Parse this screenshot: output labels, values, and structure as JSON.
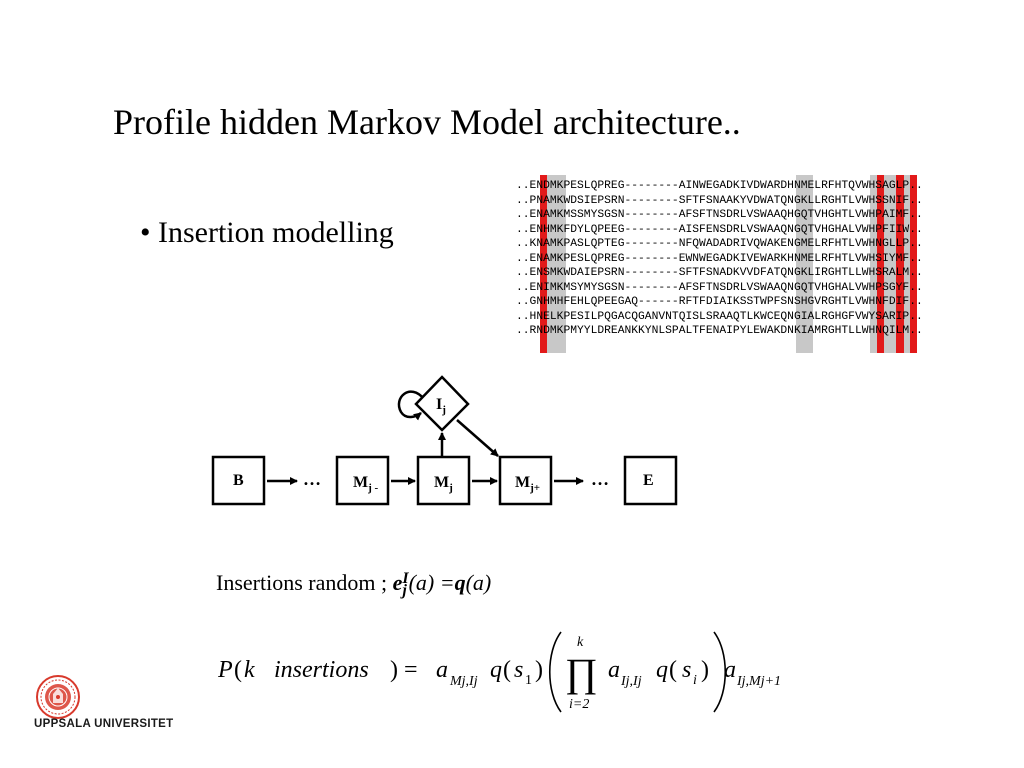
{
  "slide": {
    "title": "Profile hidden Markov Model architecture..",
    "bullet": "• Insertion modelling"
  },
  "alignment": {
    "rows": [
      "..ENDMKPESLQPREG--------AINWEGADKIVDWARDHNMELRFHTQVWHSAGLP..",
      "..PNAMKWDSIEPSRN--------SFTFSNAAKYVDWATQNGKLLRGHTLVWHSSNIF..",
      "..ENAMKMSSMYSGSN--------AFSFTNSDRLVSWAAQHGQTVHGHTLVWHPAIMF..",
      "..ENHMKFDYLQPEEG--------AISFENSDRLVSWAAQNGQTVHGHALVWHPFIIW..",
      "..KNAMKPASLQPTEG--------NFQWADADRIVQWAKENGMELRFHTLVWHNGLLP..",
      "..ENAMKPESLQPREG--------EWNWEGADKIVEWARKHNMELRFHTLVWHSIYMF..",
      "..ENSMKWDAIEPSRN--------SFTFSNADKVVDFATQNGKLIRGHTLLWHSRALM..",
      "..ENIMKMSYMYSGSN--------AFSFTNSDRLVSWAAQNGQTVHGHALVWHPSGYF..",
      "..GNHMHFEHLQPEEGAQ------RFTFDIAIKSSTWPFSNSHGVRGHTLVWHNFDIF..",
      "..HNELKPESILPQGACQGANVNTQISLSRAAQTLKWCEQNGIALRGHGFVWYSARIP..",
      "..RNDMKPMYYLDREANKKYNLSPALTFENAIPYLEWAKDNKIAMRGHTLLWHNQILM.."
    ]
  },
  "diagram": {
    "insert_state": "I",
    "insert_sub": "j",
    "begin": "B",
    "end": "E",
    "match_prev": "M",
    "match_prev_sub": "j -",
    "match": "M",
    "match_sub": "j",
    "match_next": "M",
    "match_next_sub": "j+",
    "ellipsis": "…"
  },
  "equation1": {
    "prefix": "Insertions random ;",
    "e": "e",
    "e_sub": "j",
    "e_sup": "I",
    "lhs_arg": "(a) =",
    "q": "q",
    "rhs_arg": "(a)"
  },
  "equation2": {
    "P": "P",
    "open": "(",
    "k": "k",
    "insertions": "insertions",
    "close_eq": ") =",
    "a": "a",
    "sub1": "Mj,Ij",
    "q": "q",
    "s": "s",
    "s1_sub": "1",
    "prod_top": "k",
    "prod_bottom": "i=2",
    "sub2": "Ij,Ij",
    "si_sub": "i",
    "sub3": "Ij,Mj+1"
  },
  "logo": {
    "name": "UPPSALA UNIVERSITET"
  },
  "colors": {
    "red": "#e21a1a",
    "gray": "#c8c8c8",
    "seal": "#d8392c"
  }
}
